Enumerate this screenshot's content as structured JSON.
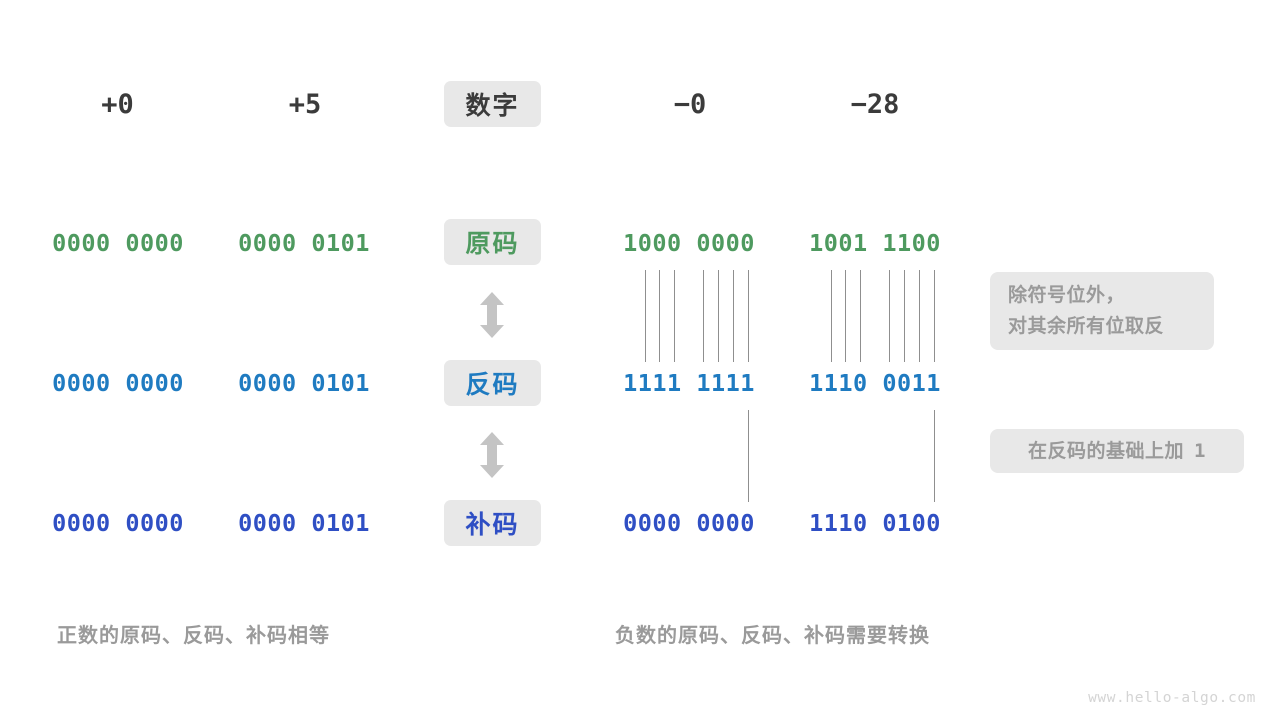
{
  "diagram": {
    "title_row_label": "数字",
    "watermark": "www.hello-algo.com",
    "colors": {
      "sign_magnitude": "#4e9a5f",
      "ones_complement": "#1f7bc1",
      "twos_complement": "#2f4fc4",
      "pill_background": "#e8e8e8",
      "note_text": "#9a9a9a",
      "connector_line": "#8f8f8f",
      "arrow": "#c4c4c4",
      "header_text": "#3b3b3b"
    },
    "column_headers": {
      "pos_zero": "+0",
      "pos_five": "+5",
      "center": "数字",
      "neg_zero": "−0",
      "neg_twentyeight": "−28"
    },
    "row_labels": {
      "sign_magnitude": "原码",
      "ones_complement": "反码",
      "twos_complement": "补码"
    },
    "values": {
      "sign_magnitude": {
        "pos_zero": "0000 0000",
        "pos_five": "0000 0101",
        "neg_zero": "1000 0000",
        "neg_twentyeight": "1001 1100"
      },
      "ones_complement": {
        "pos_zero": "0000 0000",
        "pos_five": "0000 0101",
        "neg_zero": "1111 1111",
        "neg_twentyeight": "1110 0011"
      },
      "twos_complement": {
        "pos_zero": "0000 0000",
        "pos_five": "0000 0101",
        "neg_zero": "0000 0000",
        "neg_twentyeight": "1110 0100"
      }
    },
    "notes": {
      "invert_line1": "除符号位外，",
      "invert_line2": "对其余所有位取反",
      "add_one_text": "在反码的基础上加",
      "add_one_value": "1"
    },
    "captions": {
      "positive": "正数的原码、反码、补码相等",
      "negative": "负数的原码、反码、补码需要转换"
    }
  }
}
